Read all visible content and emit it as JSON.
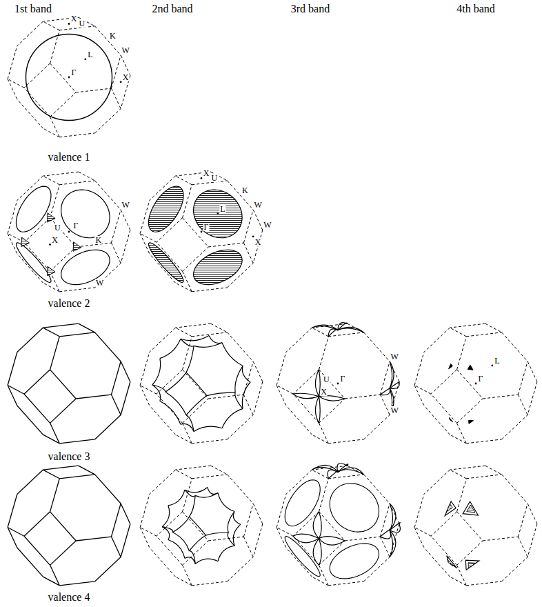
{
  "diagram": {
    "labels": [
      "1st band",
      "2nd band",
      "3rd band",
      "4th band",
      "X",
      "U",
      "K",
      "W",
      "L",
      "Γ",
      "X",
      "valence 1",
      "Γ",
      "X",
      "U",
      "W",
      "K",
      "W",
      "X",
      "U",
      "K",
      "W",
      "L",
      "Γ",
      "W",
      "X",
      "valence 2",
      "Γ",
      "W",
      "X",
      "U",
      "W",
      "Γ",
      "L",
      "valence 3",
      "valence 4"
    ]
  }
}
